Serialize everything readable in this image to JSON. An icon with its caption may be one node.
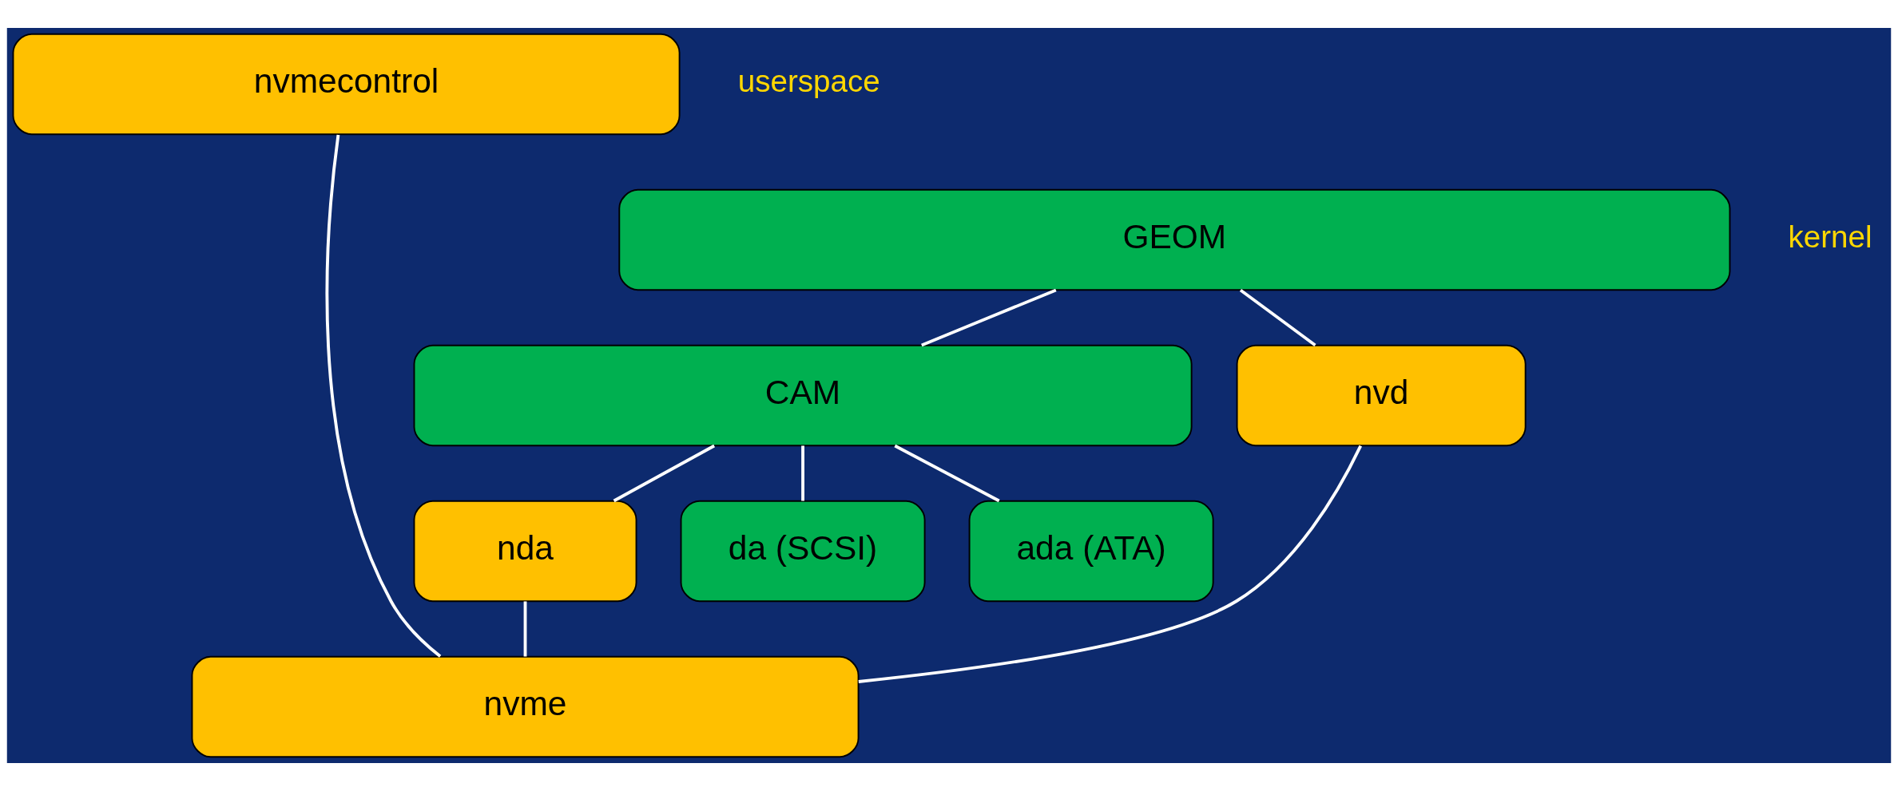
{
  "diagram": {
    "nodes": [
      {
        "text": [
          "nvmecontrol"
        ]
      },
      {
        "text": [
          "GEOM"
        ]
      },
      {
        "text": [
          "CAM"
        ]
      },
      {
        "text": [
          "nvd"
        ]
      },
      {
        "text": [
          "nda"
        ]
      },
      {
        "text": [
          "da (SCSI)"
        ]
      },
      {
        "text": [
          "ada (ATA)"
        ]
      },
      {
        "text": [
          "nvme"
        ]
      }
    ],
    "edges": [
      {
        "from": 0,
        "to": 7,
        "arrow": "none"
      },
      {
        "from": 1,
        "to": 3,
        "arrow": "none"
      },
      {
        "from": 1,
        "to": 2,
        "arrow": "none"
      },
      {
        "from": 2,
        "to": 4,
        "arrow": "none"
      },
      {
        "from": 2,
        "to": 5,
        "arrow": "none"
      },
      {
        "from": 2,
        "to": 6,
        "arrow": "none"
      },
      {
        "from": 3,
        "to": 7,
        "arrow": "none"
      },
      {
        "from": 4,
        "to": 7,
        "arrow": "none"
      }
    ],
    "labels": [
      "userspace",
      "kernel"
    ]
  }
}
